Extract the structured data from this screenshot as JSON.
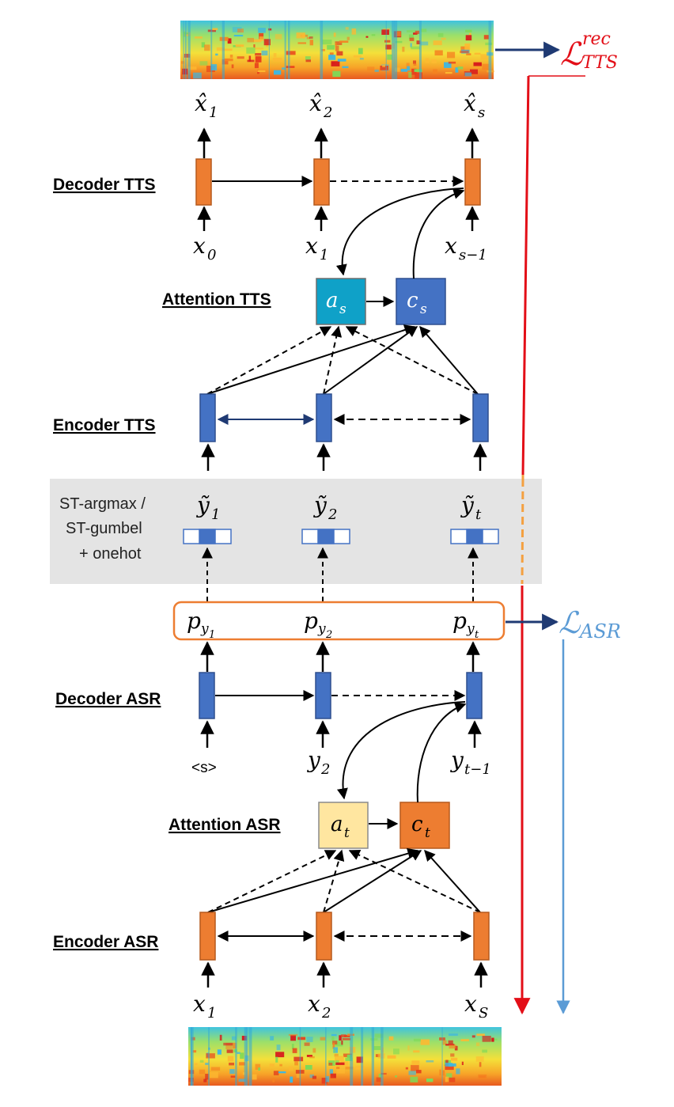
{
  "colors": {
    "orange": "#ED7D31",
    "blue": "#4472C4",
    "teal": "#0FA1C8",
    "pale_yellow": "#FFE6A0",
    "gray_band": "#E4E4E4",
    "red": "#E30E17",
    "light_blue": "#5B9BD5",
    "navy": "#1F3A73"
  },
  "labels": {
    "decoder_tts": "Decoder TTS",
    "attention_tts": "Attention TTS",
    "encoder_tts": "Encoder TTS",
    "st_line1": "ST-argmax /",
    "st_line2": "ST-gumbel",
    "st_line3": "+ onehot",
    "decoder_asr": "Decoder ASR",
    "attention_asr": "Attention ASR",
    "encoder_asr": "Encoder ASR"
  },
  "math": {
    "loss_tts": "ℒ",
    "loss_tts_sup": "rec",
    "loss_tts_sub": "TTS",
    "loss_asr": "ℒ",
    "loss_asr_sub": "ASR",
    "xhat_1": "x̂",
    "xhat_1_sub": "1",
    "xhat_2": "x̂",
    "xhat_2_sub": "2",
    "xhat_s": "x̂",
    "xhat_s_sub": "s",
    "dec_tts_in_1": "x",
    "dec_tts_in_1_sub": "0",
    "dec_tts_in_2": "x",
    "dec_tts_in_2_sub": "1",
    "dec_tts_in_3": "x",
    "dec_tts_in_3_sub": "s−1",
    "att_tts_a": "a",
    "att_tts_a_sub": "s",
    "att_tts_c": "c",
    "att_tts_c_sub": "s",
    "ytilde_1": "ỹ",
    "ytilde_1_sub": "1",
    "ytilde_2": "ỹ",
    "ytilde_2_sub": "2",
    "ytilde_t": "ỹ",
    "ytilde_t_sub": "t",
    "p_1": "p",
    "p_1_sub": "y",
    "p_1_subsub": "1",
    "p_2": "p",
    "p_2_sub": "y",
    "p_2_subsub": "2",
    "p_t": "p",
    "p_t_sub": "y",
    "p_t_subsub": "t",
    "dec_asr_in_1": "<s>",
    "dec_asr_in_2": "y",
    "dec_asr_in_2_sub": "2",
    "dec_asr_in_3": "y",
    "dec_asr_in_3_sub": "t−1",
    "att_asr_a": "a",
    "att_asr_a_sub": "t",
    "att_asr_c": "c",
    "att_asr_c_sub": "t",
    "enc_asr_in_1": "x",
    "enc_asr_in_1_sub": "1",
    "enc_asr_in_2": "x",
    "enc_asr_in_2_sub": "2",
    "enc_asr_in_3": "x",
    "enc_asr_in_3_sub": "S"
  }
}
